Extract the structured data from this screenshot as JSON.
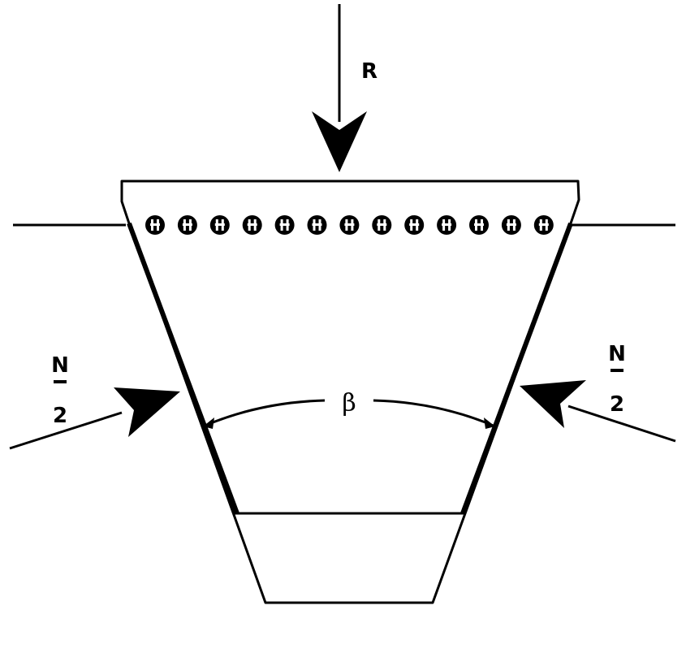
{
  "labels": {
    "force_top": "R",
    "left_numerator": "N",
    "left_denominator": "2",
    "right_numerator": "N",
    "right_denominator": "2",
    "angle": "β"
  },
  "cords": {
    "count": 13
  },
  "colors": {
    "ink": "#000000",
    "background": "#ffffff"
  }
}
